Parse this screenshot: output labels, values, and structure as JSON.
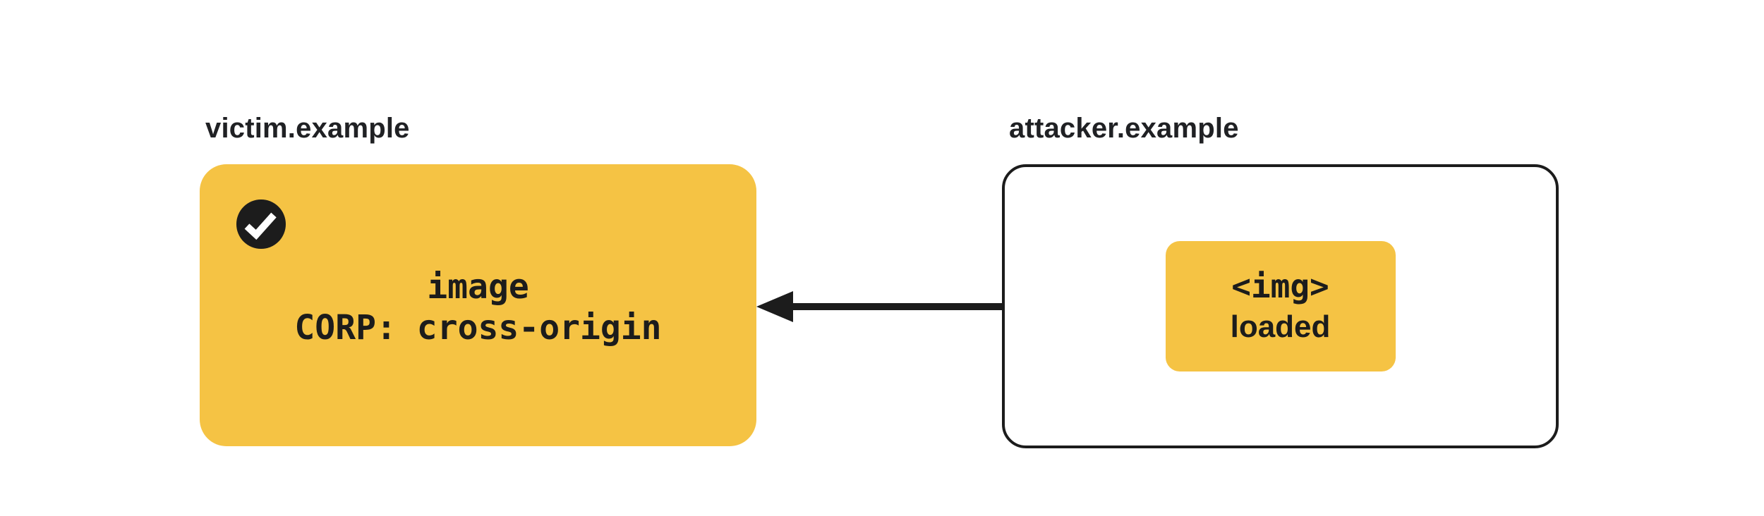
{
  "colors": {
    "accent_yellow": "#F5C344",
    "ink": "#1C1C1C",
    "label_text": "#202124",
    "canvas": "#FFFFFF"
  },
  "victim": {
    "label": "victim.example",
    "status_icon": "check-icon",
    "lines": [
      "image",
      "CORP: cross-origin"
    ]
  },
  "attacker": {
    "label": "attacker.example",
    "result_box": {
      "lines": [
        "<img>",
        "loaded"
      ]
    }
  },
  "arrow": {
    "direction": "left"
  }
}
